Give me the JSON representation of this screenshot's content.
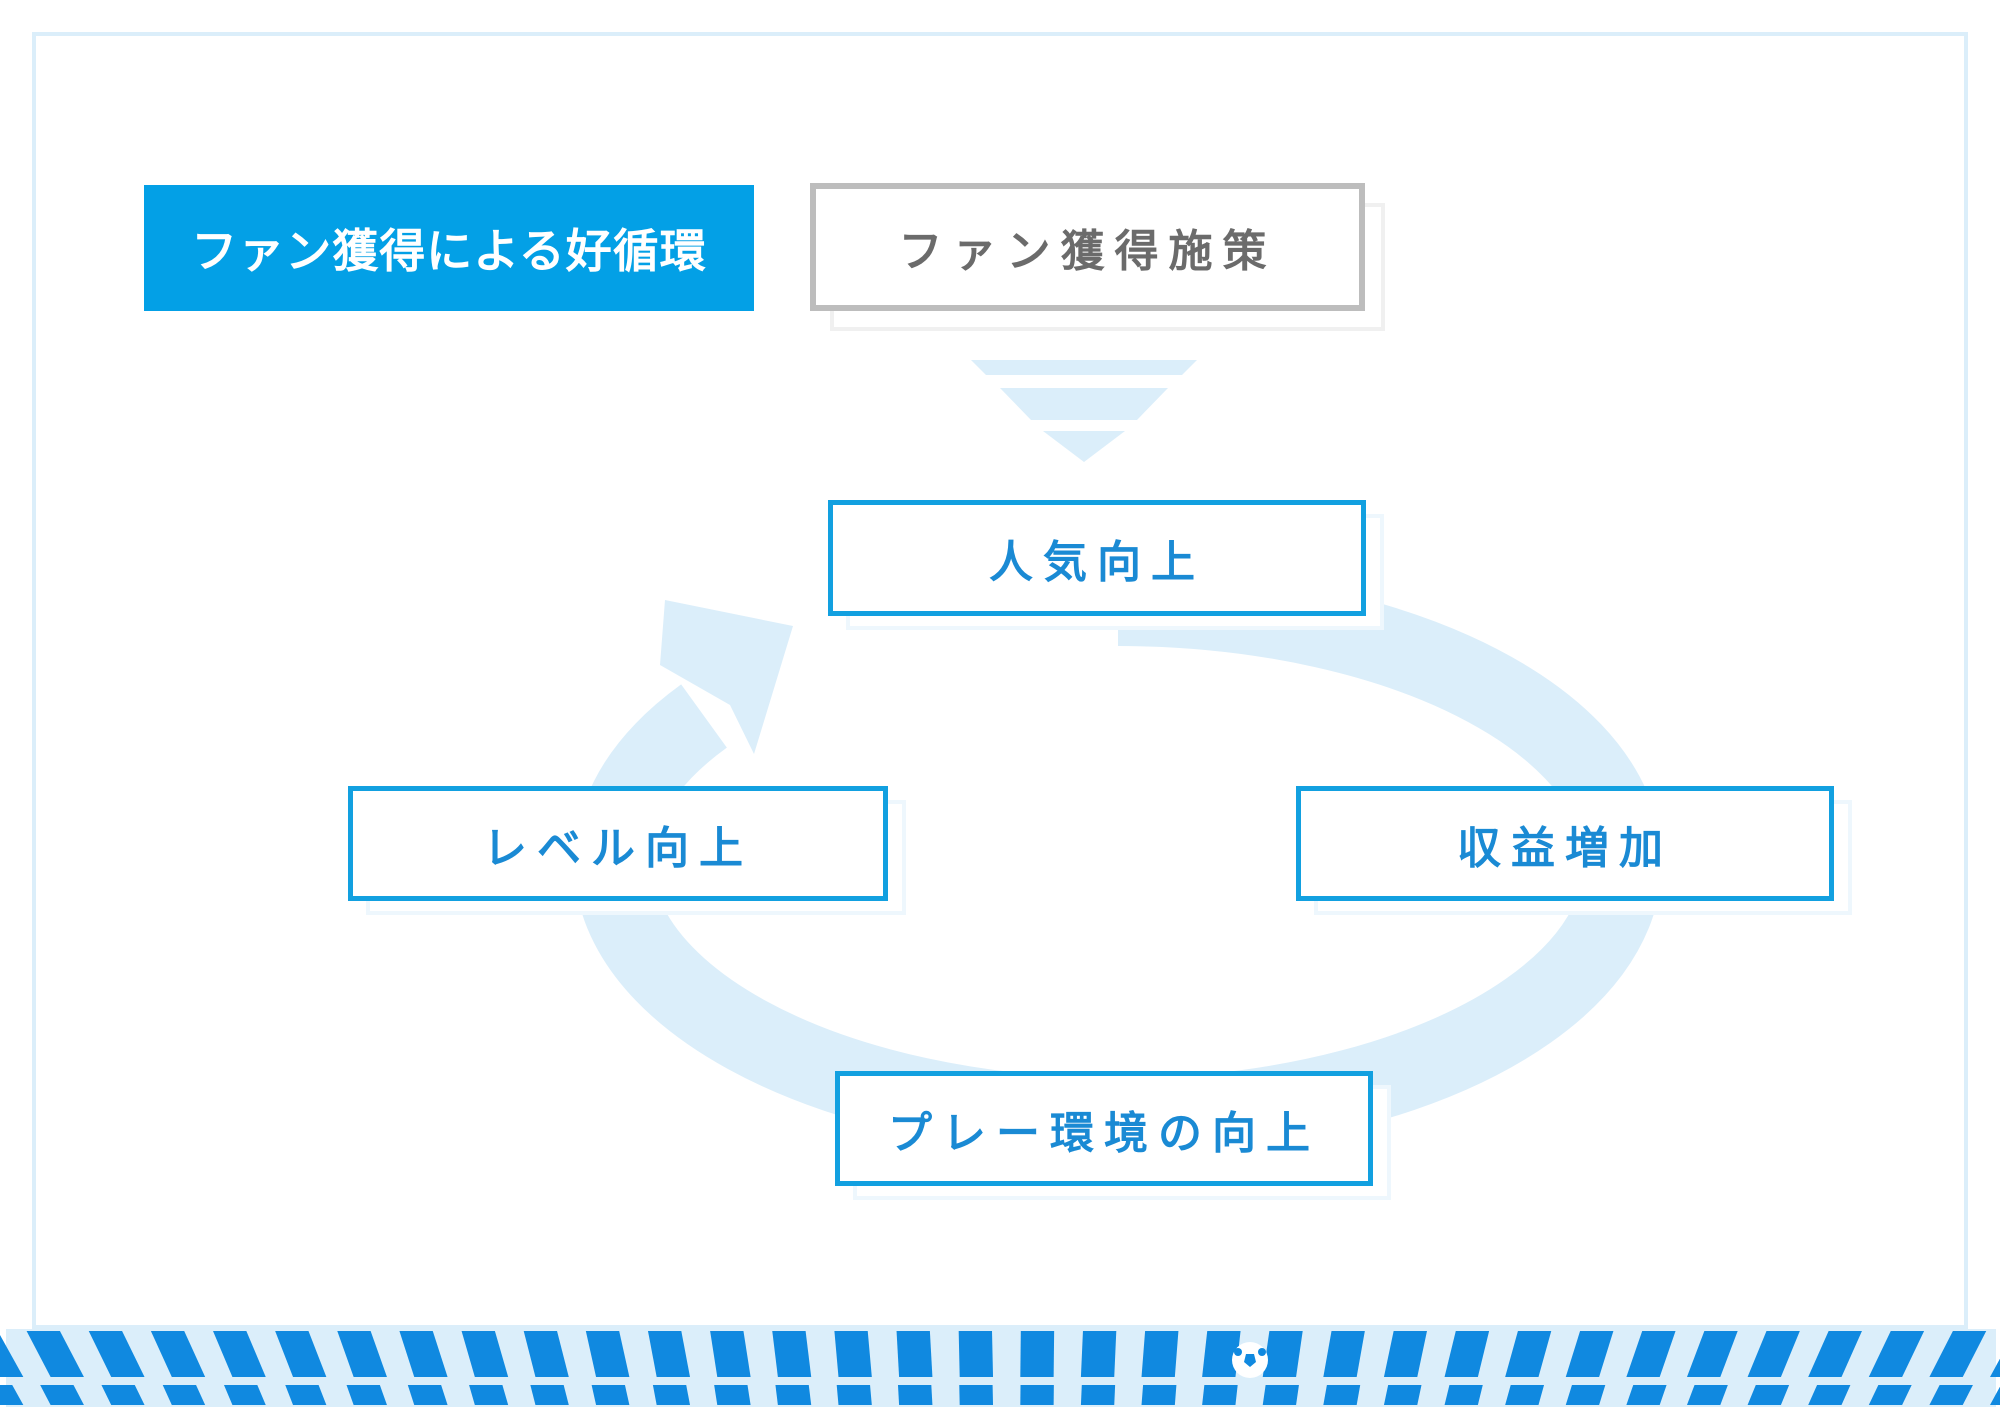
{
  "title": "ファン獲得による好循環",
  "source_box": "ファン獲得施策",
  "cycle": {
    "top": "人気向上",
    "right": "収益増加",
    "bottom": "プレー環境の向上",
    "left": "レベル向上"
  },
  "colors": {
    "accent": "#03a0e6",
    "light": "#dbeefa",
    "stripe": "#1089e0",
    "gray": "#bdbdbd"
  },
  "icons": {
    "arrow": "down-triangle-icon",
    "ball": "soccer-ball-icon"
  }
}
